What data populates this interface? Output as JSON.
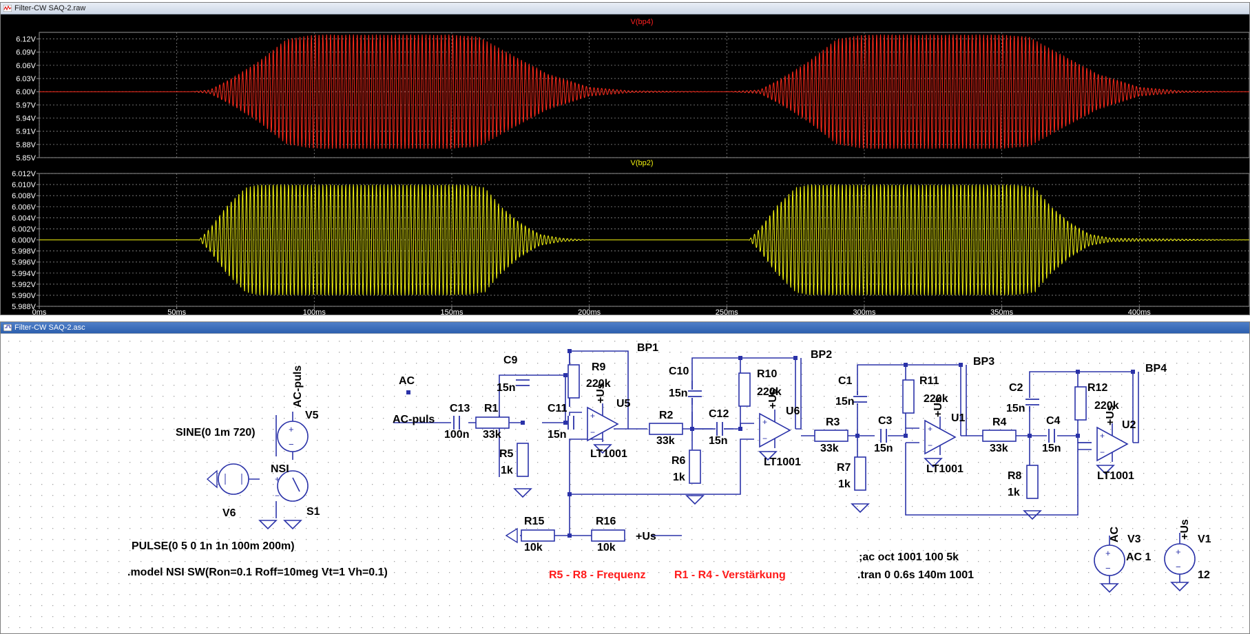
{
  "waveform_window": {
    "title": "Filter-CW SAQ-2.raw",
    "panes": [
      {
        "trace_label": "V(bp4)",
        "color": "#ff2a1a",
        "label_color": "#ff2020",
        "y_ticks": [
          "6.12V",
          "6.09V",
          "6.06V",
          "6.03V",
          "6.00V",
          "5.97V",
          "5.94V",
          "5.91V",
          "5.88V",
          "5.85V"
        ]
      },
      {
        "trace_label": "V(bp2)",
        "color": "#f2f20f",
        "label_color": "#f2f20f",
        "y_ticks": [
          "6.012V",
          "6.010V",
          "6.008V",
          "6.006V",
          "6.004V",
          "6.002V",
          "6.000V",
          "5.998V",
          "5.996V",
          "5.994V",
          "5.992V",
          "5.990V",
          "5.988V"
        ]
      }
    ],
    "x_ticks": [
      "0ms",
      "50ms",
      "100ms",
      "150ms",
      "200ms",
      "250ms",
      "300ms",
      "350ms",
      "400ms"
    ]
  },
  "chart_data": [
    {
      "type": "line",
      "title": "V(bp4)",
      "xlabel": "",
      "ylabel": "",
      "xlim": [
        0,
        440
      ],
      "ylim": [
        5.85,
        6.135
      ],
      "grid": true,
      "series": [
        {
          "name": "V(bp4)",
          "carrier_hz": 720,
          "offset": 6.0,
          "envelope_t_ms": [
            0,
            55,
            62,
            70,
            80,
            90,
            100,
            150,
            160,
            170,
            185,
            200,
            215,
            250,
            262,
            270,
            280,
            290,
            300,
            350,
            360,
            370,
            385,
            400,
            415,
            440
          ],
          "envelope_amp_v": [
            0,
            0,
            0.004,
            0.03,
            0.07,
            0.12,
            0.13,
            0.13,
            0.125,
            0.09,
            0.04,
            0.01,
            0.002,
            0,
            0.004,
            0.03,
            0.07,
            0.12,
            0.13,
            0.13,
            0.125,
            0.09,
            0.04,
            0.01,
            0.002,
            0
          ]
        }
      ]
    },
    {
      "type": "line",
      "title": "V(bp2)",
      "xlabel": "",
      "ylabel": "",
      "xlim": [
        0,
        440
      ],
      "ylim": [
        5.988,
        6.012
      ],
      "grid": true,
      "series": [
        {
          "name": "V(bp2)",
          "carrier_hz": 720,
          "offset": 6.0,
          "envelope_t_ms": [
            0,
            58,
            62,
            68,
            75,
            80,
            155,
            162,
            168,
            175,
            182,
            190,
            200,
            258,
            262,
            268,
            275,
            280,
            355,
            362,
            368,
            375,
            382,
            390,
            440
          ],
          "envelope_amp_v": [
            0,
            0,
            0.002,
            0.006,
            0.0095,
            0.01,
            0.01,
            0.0095,
            0.006,
            0.003,
            0.001,
            0.0003,
            0,
            0,
            0.002,
            0.006,
            0.0095,
            0.01,
            0.01,
            0.0095,
            0.006,
            0.003,
            0.001,
            0.0003,
            0
          ]
        }
      ]
    }
  ],
  "schematic_window": {
    "title": "Filter-CW SAQ-2.asc",
    "components": {
      "C13": "C13",
      "C13_val": "100n",
      "R1": "R1",
      "R1_val": "33k",
      "C9": "C9",
      "C9_val": "15n",
      "C11": "C11",
      "C11_val": "15n",
      "R5": "R5",
      "R5_val": "1k",
      "R9": "R9",
      "R9_val": "220k",
      "U5": "U5",
      "U5_model": "LT1001",
      "R2": "R2",
      "R2_val": "33k",
      "C10": "C10",
      "C10_val": "15n",
      "C12": "C12",
      "C12_val": "15n",
      "R6": "R6",
      "R6_val": "1k",
      "R10": "R10",
      "R10_val": "220k",
      "U6": "U6",
      "U6_model": "LT1001",
      "R3": "R3",
      "R3_val": "33k",
      "C1": "C1",
      "C1_val": "15n",
      "C3": "C3",
      "C3_val": "15n",
      "R7": "R7",
      "R7_val": "1k",
      "R11": "R11",
      "R11_val": "220k",
      "U1": "U1",
      "U1_model": "LT1001",
      "R4": "R4",
      "R4_val": "33k",
      "C2": "C2",
      "C2_val": "15n",
      "C4": "C4",
      "C4_val": "15n",
      "R8": "R8",
      "R8_val": "1k",
      "R12": "R12",
      "R12_val": "220k",
      "U2": "U2",
      "U2_model": "LT1001",
      "R15": "R15",
      "R15_val": "10k",
      "R16": "R16",
      "R16_val": "10k",
      "V5": "V5",
      "V6": "V6",
      "S1": "S1",
      "NSI": "NSI",
      "V3": "V3",
      "V3_val": "AC 1",
      "V1": "V1",
      "V1_val": "12"
    },
    "nets": {
      "BP1": "BP1",
      "BP2": "BP2",
      "BP3": "BP3",
      "BP4": "BP4",
      "AC": "AC",
      "AC_puls_in": "AC-puls",
      "AC_puls_src": "AC-puls",
      "Us": "+Us",
      "V3_top": "AC",
      "V1_top": "+Us"
    },
    "directives": {
      "sine": "SINE(0 1m 720)",
      "pulse": "PULSE(0 5 0 1n 1n 100m 200m)",
      "model": ".model NSI SW(Ron=0.1 Roff=10meg Vt=1 Vh=0.1)",
      "ac": ";ac oct 1001 100 5k",
      "tran": ".tran 0 0.6s 140m 1001"
    },
    "notes": {
      "freq": "R5 - R8 - Frequenz",
      "gain": "R1 - R4 - Verstärkung"
    },
    "colors": {
      "wire": "#2a32a8",
      "text": "#000000",
      "note": "#ff1a1a",
      "grid_dot": "#9a9a9a"
    }
  }
}
